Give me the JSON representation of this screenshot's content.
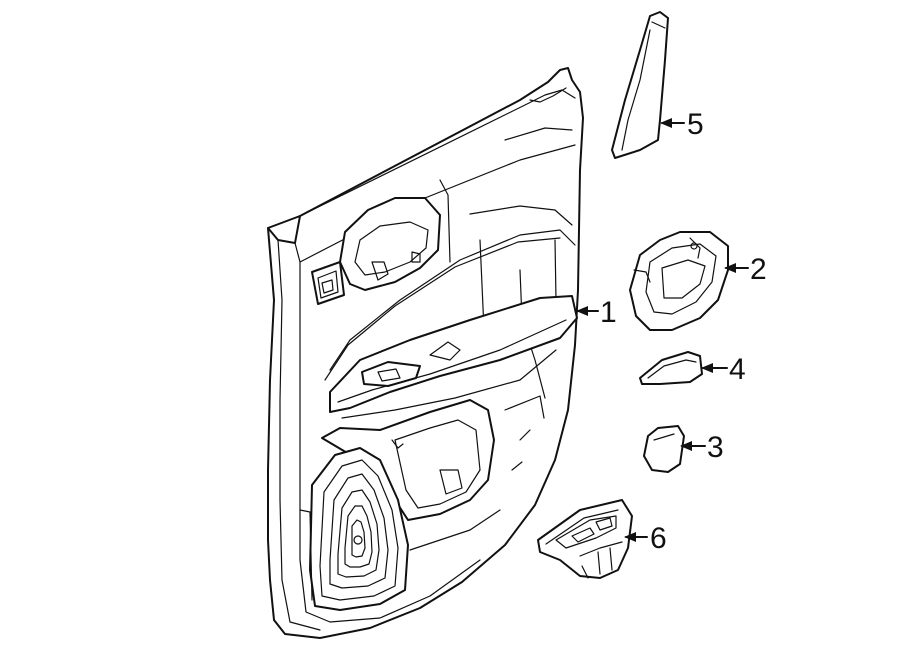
{
  "diagram": {
    "callouts": [
      {
        "id": "door-trim-panel",
        "number": "1"
      },
      {
        "id": "pull-handle-bezel",
        "number": "2"
      },
      {
        "id": "switch-plate",
        "number": "3"
      },
      {
        "id": "handle-trim",
        "number": "4"
      },
      {
        "id": "applique-trim",
        "number": "5"
      },
      {
        "id": "window-switch",
        "number": "6"
      }
    ]
  }
}
